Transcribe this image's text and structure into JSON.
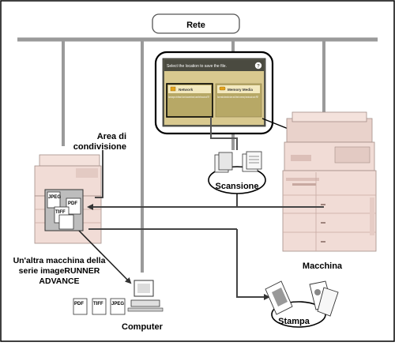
{
  "network": {
    "label": "Rete"
  },
  "screen": {
    "title": "Select the location to save the file.",
    "help_icon": "question-icon",
    "button_network": {
      "label": "Network",
      "description": "Save storage on the Network. Saved to document format, to send the files such as to PDF",
      "icon": "folder-icon"
    },
    "button_memory": {
      "label": "Memory Media",
      "description": "Save media format to store and Select to memory formats such as to PDF",
      "icon": "memory-media-icon"
    }
  },
  "labels": {
    "shared_area": [
      "Area di",
      "condivisione"
    ],
    "scan": "Scansione",
    "print": "Stampa",
    "machine": "Macchina",
    "computer": "Computer",
    "other_machine": [
      "Un'altra macchina della",
      "serie imageRUNNER",
      "ADVANCE"
    ]
  },
  "file_types": {
    "shared": [
      "JPEG",
      "PDF",
      "TIFF"
    ],
    "computer": [
      "PDF",
      "TIFF",
      "JPEG"
    ]
  },
  "colors": {
    "border": "#000000",
    "network_line": "#9a9a9a",
    "machine_body": "#f1dcd6",
    "machine_shade": "#dcbfb8",
    "screen_bg": "#e8dcae",
    "screen_panel": "#d9c98f",
    "screen_dark": "#5a5a4e"
  }
}
